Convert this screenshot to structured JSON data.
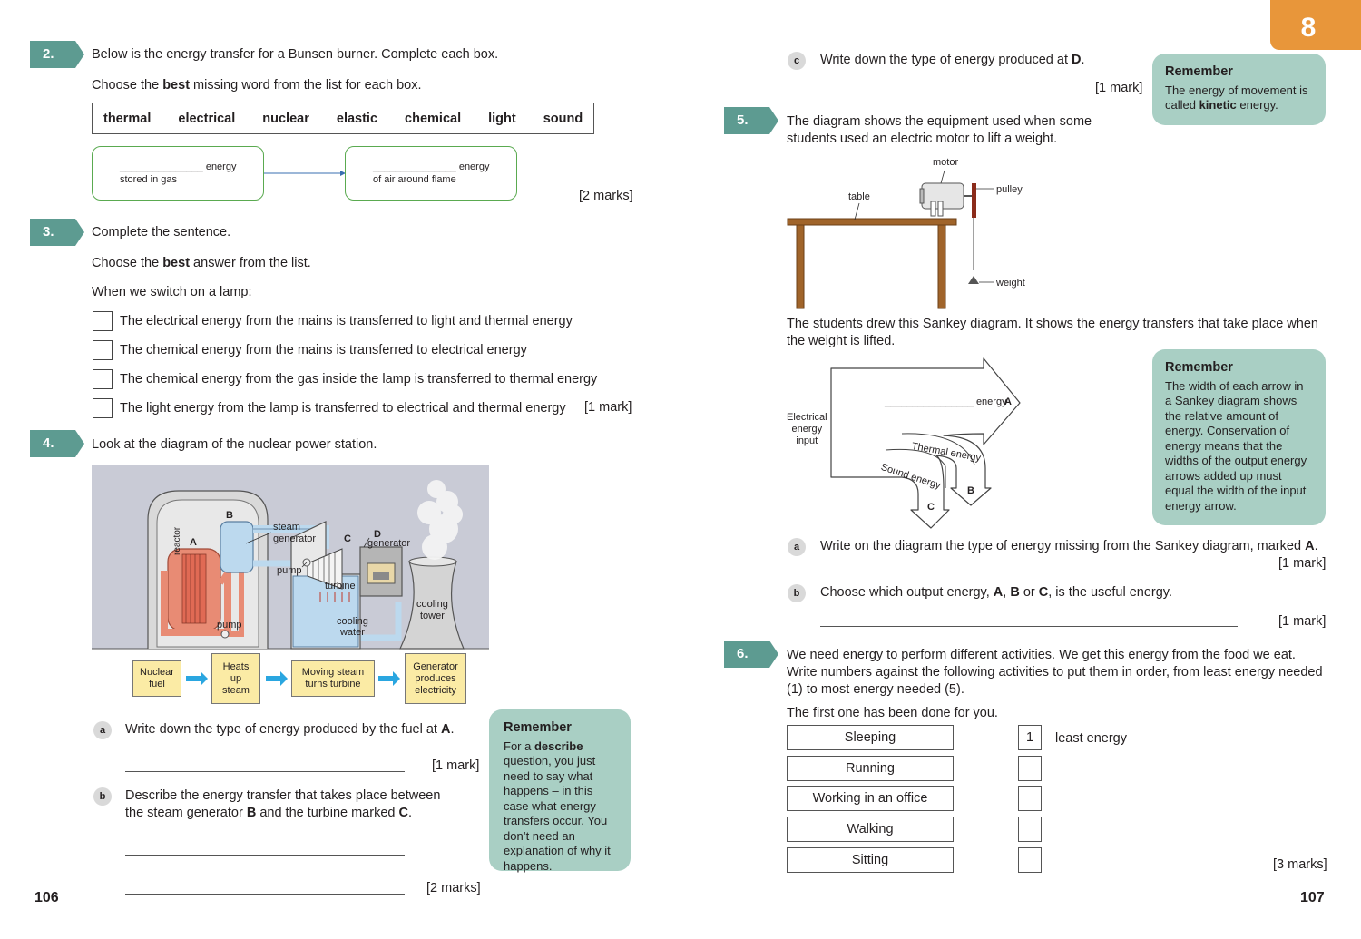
{
  "colors": {
    "teal": "#5d9b91",
    "remember_bg": "#a9cfc4",
    "chapter_tab": "#e8963a",
    "green_border": "#5aaa50"
  },
  "chapter_tab": "8",
  "q2": {
    "number": "2.",
    "intro": "Below is the energy transfer for a Bunsen burner. Complete each box.",
    "choose_pre": "Choose the ",
    "choose_bold": "best",
    "choose_post": " missing word from the list for each box.",
    "words": [
      "thermal",
      "electrical",
      "nuclear",
      "elastic",
      "chemical",
      "light",
      "sound"
    ],
    "box1_blank": "_______________ energy",
    "box1_sub": "stored in gas",
    "box2_blank": "_______________ energy",
    "box2_sub": "of air around flame",
    "marks": "[2 marks]"
  },
  "q3": {
    "number": "3.",
    "intro": "Complete the sentence.",
    "choose_pre": "Choose the ",
    "choose_bold": "best",
    "choose_post": " answer from the list.",
    "stem": "When we switch on a lamp:",
    "options": [
      "The electrical energy from the mains is transferred to light and thermal energy",
      "The chemical energy from the mains is transferred to electrical energy",
      "The chemical energy from the gas inside the lamp is transferred to thermal energy",
      "The light energy from the lamp is transferred to electrical and thermal energy"
    ],
    "marks": "[1 mark]"
  },
  "q4": {
    "number": "4.",
    "intro": "Look at the diagram of the nuclear power station.",
    "diagram_labels": {
      "B": "B",
      "A": "A",
      "C": "C",
      "D": "D",
      "steam_generator": "steam\ngenerator",
      "generator": "generator",
      "pump_upper": "pump",
      "reactor": "reactor",
      "turbine": "turbine",
      "pump_lower": "pump",
      "cooling_water": "cooling\nwater",
      "cooling_tower": "cooling\ntower"
    },
    "flow": [
      "Nuclear\nfuel",
      "Heats\nup\nsteam",
      "Moving steam\nturns turbine",
      "Generator\nproduces\nelectricity"
    ],
    "a_label": "a",
    "a_text_pre": "Write down the type of energy produced by the fuel at ",
    "a_text_bold": "A",
    "a_text_post": ".",
    "a_marks": "[1 mark]",
    "b_label": "b",
    "b_text1": "Describe the energy transfer that takes place between",
    "b_text2_pre": "the steam generator ",
    "b_text2_b1": "B",
    "b_text2_mid": " and the turbine marked ",
    "b_text2_b2": "C",
    "b_text2_post": ".",
    "b_marks": "[2 marks]",
    "remember_title": "Remember",
    "remember_pre": "For a ",
    "remember_bold": "describe",
    "remember_post": " question, you just need to say what happens – in this case what energy transfers occur. You don’t need an explanation of why it happens."
  },
  "q4c": {
    "label": "c",
    "text_pre": "Write down the type of energy produced at ",
    "text_bold": "D",
    "text_post": ".",
    "marks": "[1 mark]"
  },
  "remember_top": {
    "title": "Remember",
    "text_pre": "The energy of movement is called ",
    "text_bold": "kinetic",
    "text_post": " energy."
  },
  "q5": {
    "number": "5.",
    "intro": "The diagram shows the equipment used when some students used an electric motor to lift a weight.",
    "labels": {
      "motor": "motor",
      "table": "table",
      "pulley": "pulley",
      "weight": "weight"
    },
    "sankey_intro": "The students drew this Sankey diagram. It shows the energy transfers that take place when the weight is lifted.",
    "sankey": {
      "input": "Electrical\nenergy\ninput",
      "a_blank": "________________ energy",
      "a_letter": "A",
      "thermal": "Thermal energy",
      "b_letter": "B",
      "sound": "Sound energy",
      "c_letter": "C"
    },
    "remember_title": "Remember",
    "remember_text": "The width of each arrow in a Sankey diagram shows the relative amount of energy. Conservation of energy means that the widths of the output energy arrows added up must equal the width of the input energy arrow.",
    "a_label": "a",
    "a_text_pre": "Write on the diagram the type of energy missing from the Sankey diagram, marked ",
    "a_text_bold": "A",
    "a_text_post": ".",
    "a_marks": "[1 mark]",
    "b_label": "b",
    "b_text_pre": "Choose which output energy, ",
    "b_A": "A",
    "b_sep1": ", ",
    "b_B": "B",
    "b_or": " or ",
    "b_C": "C",
    "b_text_post": ", is the useful energy.",
    "b_marks": "[1 mark]"
  },
  "q6": {
    "number": "6.",
    "intro": "We need energy to perform different activities. We get this energy from the food we eat. Write numbers against the following activities to put them in order, from least energy needed (1) to most energy needed (5).",
    "done": "The first one has been done for you.",
    "activities": [
      "Sleeping",
      "Running",
      "Working in an office",
      "Walking",
      "Sitting"
    ],
    "first_number": "1",
    "least_label": "least energy",
    "marks": "[3 marks]"
  },
  "page_left": "106",
  "page_right": "107"
}
